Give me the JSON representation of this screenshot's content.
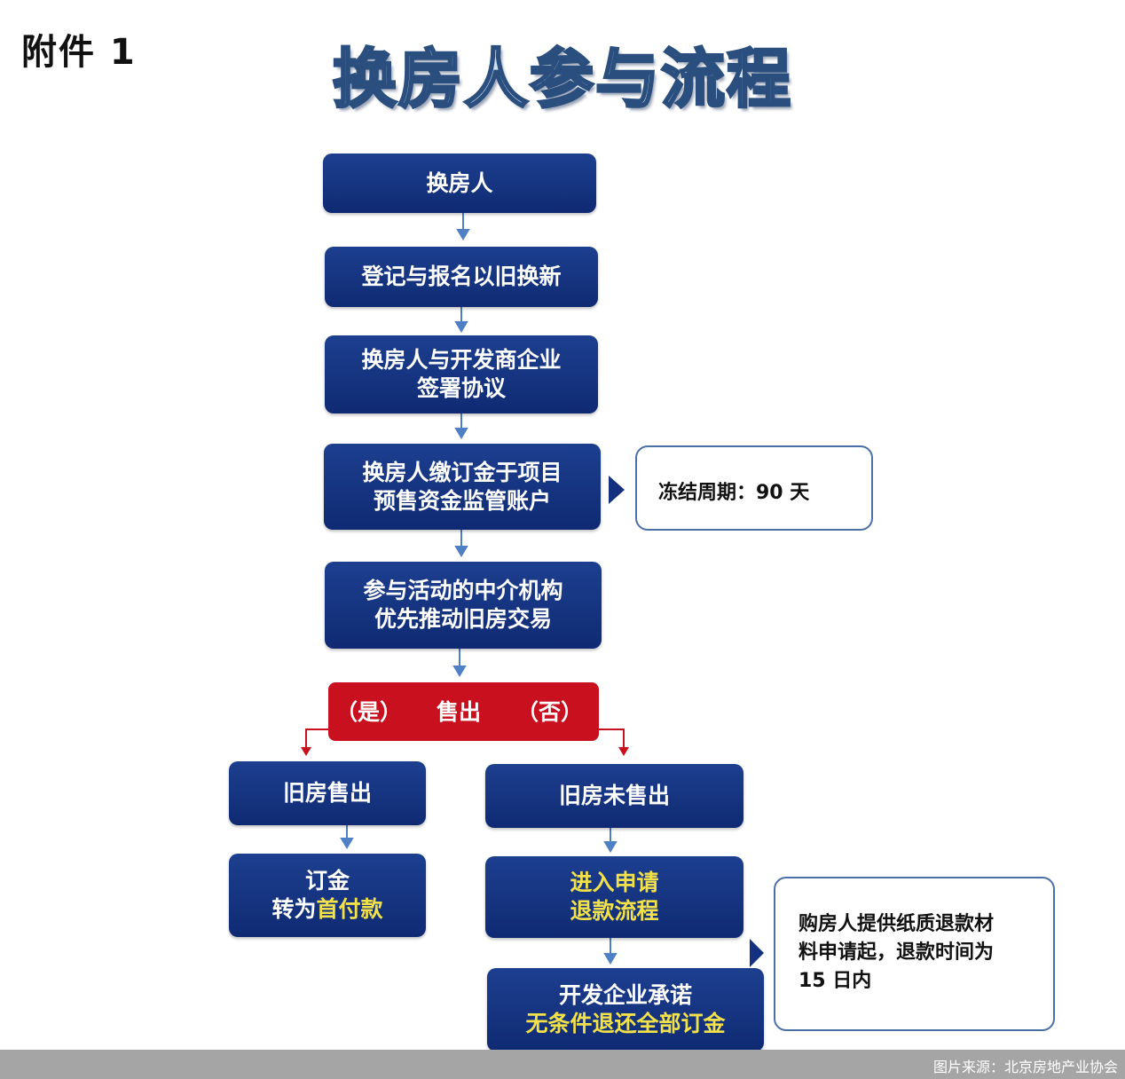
{
  "header": {
    "attachment": "附件 1",
    "title": "换房人参与流程"
  },
  "steps": {
    "s1": [
      "换房人"
    ],
    "s2": [
      "登记与报名以旧换新"
    ],
    "s3": [
      "换房人与开发商企业",
      "签署协议"
    ],
    "s4": [
      "换房人缴订金于项目",
      "预售资金监管账户"
    ],
    "s5": [
      "参与活动的中介机构",
      "优先推动旧房交易"
    ]
  },
  "decision": {
    "yes": "（是）",
    "label": "售出",
    "no": "（否）"
  },
  "left_branch": {
    "sold": "旧房售出",
    "deposit_line1": "订金",
    "deposit_prefix": "转为",
    "deposit_highlight": "首付款"
  },
  "right_branch": {
    "unsold": "旧房未售出",
    "refund": [
      "进入申请",
      "退款流程"
    ],
    "promise_line1": "开发企业承诺",
    "promise_line2": "无条件退还全部订金"
  },
  "notes": {
    "freeze": "冻结周期：90 天",
    "refund": [
      "购房人提供纸质退款材",
      "料申请起，退款时间为",
      "15 日内"
    ]
  },
  "footer": {
    "source": "图片来源：北京房地产业协会"
  },
  "colors": {
    "box": "#13317f",
    "decision": "#c8101e",
    "highlight": "#f3e14a",
    "arrow": "#4f7fc4"
  }
}
